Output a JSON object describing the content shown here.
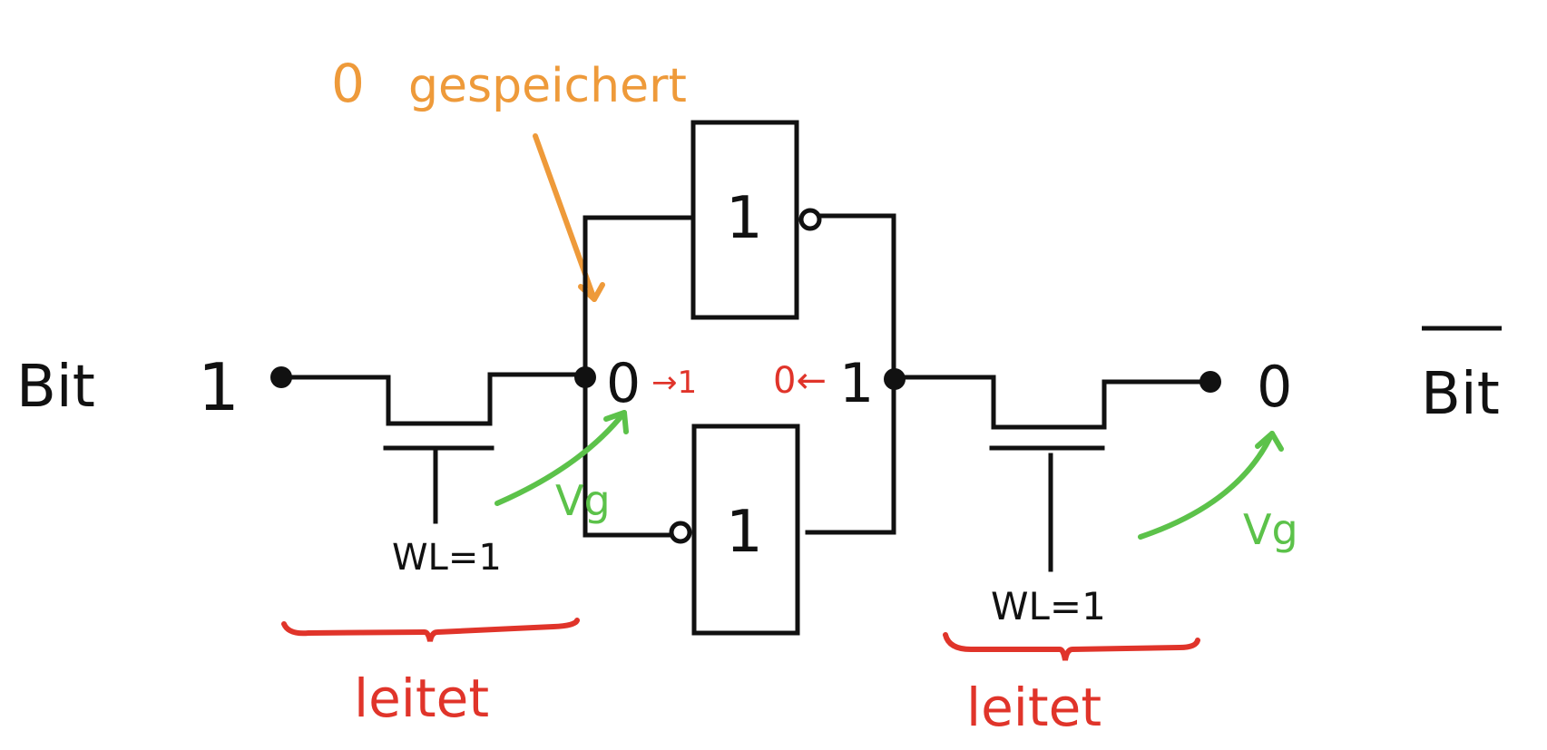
{
  "title_note": {
    "value": "0",
    "text": "gespeichert"
  },
  "left": {
    "label": "Bit",
    "value": "1",
    "wordline": "WL=1",
    "status": "leitet",
    "gate_voltage": "Vg"
  },
  "right": {
    "label": "Bit",
    "value": "0",
    "wordline": "WL=1",
    "status": "leitet",
    "gate_voltage": "Vg"
  },
  "inverters": {
    "top_label": "1",
    "bottom_label": "1"
  },
  "nodes": {
    "left_value": "0",
    "left_transition": "→1",
    "right_value": "1",
    "right_transition": "0←"
  },
  "colors": {
    "ink": "#111111",
    "annotation_red": "#e0342a",
    "annotation_orange": "#ee9a3a",
    "annotation_green": "#5cc24a"
  }
}
